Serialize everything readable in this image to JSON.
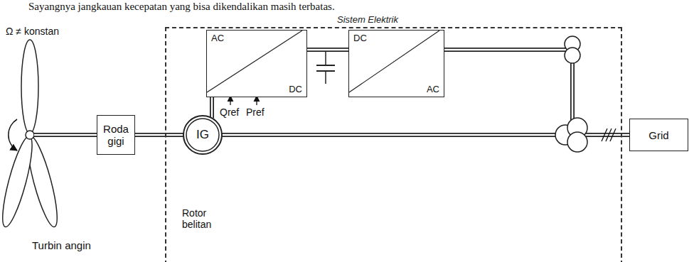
{
  "diagram": {
    "nodes": [
      {
        "text": [
          "Roda gigi"
        ]
      },
      {
        "text": [
          "Sistem Elektrik"
        ]
      },
      {
        "text": [
          "AC",
          "DC"
        ],
        "in": 1
      },
      {
        "text": [
          "DC",
          "AC"
        ],
        "in": 1
      },
      {
        "text": [
          "IG"
        ],
        "in": 1
      },
      {
        "text": [
          "Grid"
        ]
      }
    ],
    "edges": [
      {
        "from": 0,
        "to": 4,
        "arrow": "none"
      },
      {
        "from": 4,
        "to": 2,
        "arrow": "none"
      },
      {
        "from": 2,
        "to": 3,
        "arrow": "none"
      },
      {
        "from": 3,
        "to": 5,
        "arrow": "none"
      },
      {
        "from": 4,
        "to": 5,
        "arrow": "none"
      }
    ],
    "labels": [
      "Sayangnya jangkauan kecepatan yang bisa dikendalikan masih terbatas.",
      "Ω ≠ konstan",
      "Qref",
      "Pref",
      "Rotor belitan",
      "Turbin angin"
    ]
  }
}
